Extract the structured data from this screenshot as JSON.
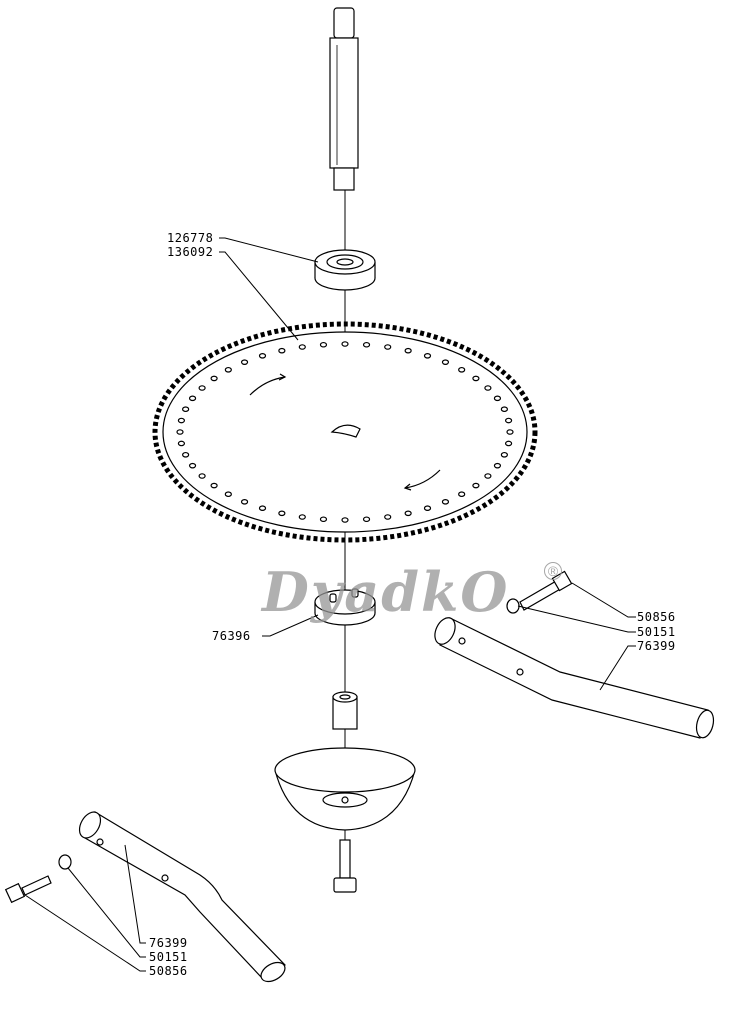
{
  "watermark": {
    "text": "DyadkO",
    "registered_mark": "®"
  },
  "labels": {
    "seal_a": "126778",
    "seal_b": "136092",
    "hub": "76396",
    "right_bolt": "50856",
    "right_washer": "50151",
    "right_tube": "76399",
    "left_tube": "76399",
    "left_washer": "50151",
    "left_bolt": "50856"
  },
  "colors": {
    "line": "#000000",
    "watermark": "#969696"
  }
}
